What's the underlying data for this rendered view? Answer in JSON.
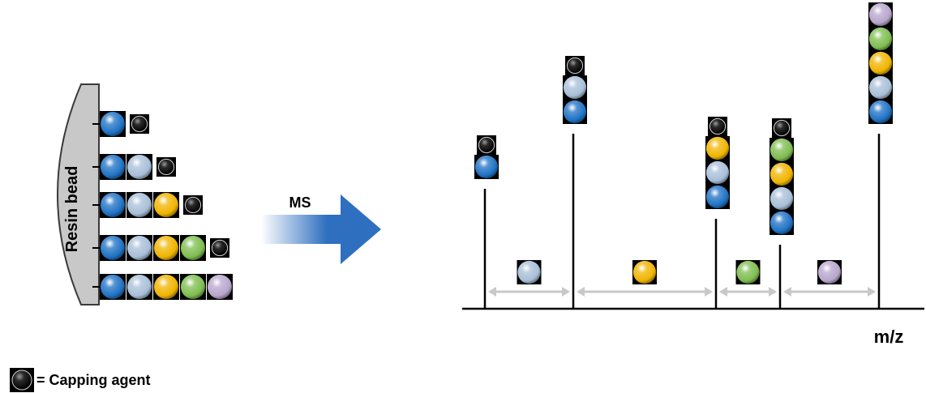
{
  "bead": {
    "label": "Resin bead"
  },
  "arrow": {
    "label": "MS",
    "color_start": "#ffffff",
    "color_end": "#2e6fbf"
  },
  "axis": {
    "label": "m/z"
  },
  "legend": {
    "text": "= Capping agent"
  },
  "monomer_colors": {
    "blue": "#1f72c4",
    "silver": "#a8bfd8",
    "gold": "#f0b400",
    "green": "#7fbd50",
    "lavender": "#b8a6cc",
    "cap": "#000000"
  },
  "resin_strands": [
    {
      "monomers": [
        "blue",
        "cap"
      ]
    },
    {
      "monomers": [
        "blue",
        "silver",
        "cap"
      ]
    },
    {
      "monomers": [
        "blue",
        "silver",
        "gold",
        "cap"
      ]
    },
    {
      "monomers": [
        "blue",
        "silver",
        "gold",
        "green",
        "cap"
      ]
    },
    {
      "monomers": [
        "blue",
        "silver",
        "gold",
        "green",
        "lavender"
      ]
    }
  ],
  "spectrum_peaks": [
    {
      "stack": [
        "blue",
        "cap"
      ]
    },
    {
      "stack": [
        "blue",
        "silver",
        "cap"
      ]
    },
    {
      "stack": [
        "blue",
        "silver",
        "gold",
        "cap"
      ]
    },
    {
      "stack": [
        "blue",
        "silver",
        "gold",
        "green",
        "cap"
      ]
    },
    {
      "stack": [
        "blue",
        "silver",
        "gold",
        "green",
        "lavender"
      ]
    }
  ],
  "mass_gaps": [
    {
      "monomer": "silver"
    },
    {
      "monomer": "gold"
    },
    {
      "monomer": "green"
    },
    {
      "monomer": "lavender"
    }
  ]
}
